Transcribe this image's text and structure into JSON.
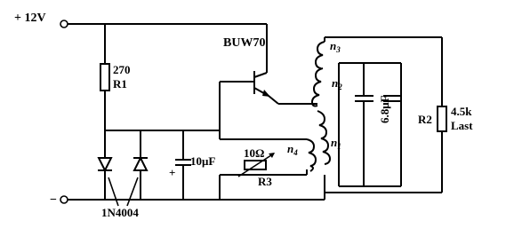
{
  "terminals": {
    "positive": "+ 12V",
    "negative": "−"
  },
  "components": {
    "transistor": "BUW70",
    "r1_value": "270",
    "r1_name": "R1",
    "diodes": "1N4004",
    "cap_10uf": "10μF",
    "cap_plus": "+",
    "r3_value": "10Ω",
    "r3_name": "R3",
    "cap_68uf": "6.8μF",
    "r2_value": "4.5k",
    "r2_name": "R2",
    "r2_label": "Last"
  },
  "windings": {
    "n1": "n",
    "n1_sub": "1",
    "n2": "n",
    "n2_sub": "2",
    "n3": "n",
    "n3_sub": "3",
    "n4": "n",
    "n4_sub": "4"
  }
}
